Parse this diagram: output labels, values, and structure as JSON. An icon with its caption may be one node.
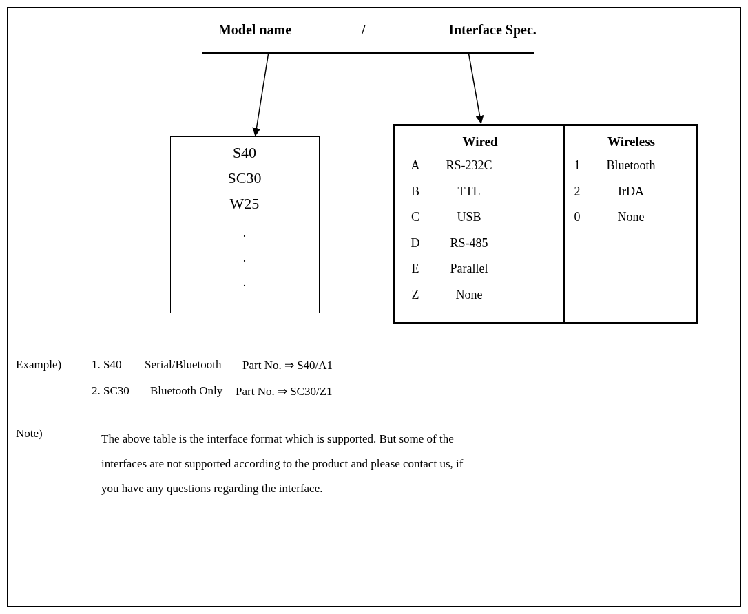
{
  "diagram": {
    "nodes": [
      {
        "text": [
          "Model name"
        ]
      },
      {
        "text": [
          "Interface Spec."
        ]
      },
      {
        "text": [
          "S40",
          "SC30",
          "W25",
          ".",
          ".",
          "."
        ]
      },
      {
        "text": [],
        "shape": "box"
      },
      {
        "text": [
          "Wired",
          "A",
          "RS-232C",
          "B",
          "TTL",
          "C",
          "USB",
          "D",
          "RS-485",
          "E",
          "Parallel",
          "Z",
          "None"
        ],
        "in": 3
      },
      {
        "text": [
          "Wireless",
          "1",
          "Bluetooth",
          "2",
          "IrDA",
          "0",
          "None"
        ],
        "in": 3
      }
    ],
    "edges": [
      {
        "from": 0,
        "to": 2,
        "arrow": "to"
      },
      {
        "from": 1,
        "to": 3,
        "arrow": "to"
      }
    ],
    "labels": [
      "/",
      "Example)",
      "1. S40",
      "Serial/Bluetooth",
      "Part No. ⇒ S40/A1",
      "2. SC30",
      "Bluetooth Only",
      "Part No. ⇒ SC30/Z1",
      "Note)",
      "The above table is the interface format which is supported. But some of the interfaces are not supported according to the product and please contact us, if you have any questions regarding the interface."
    ]
  }
}
